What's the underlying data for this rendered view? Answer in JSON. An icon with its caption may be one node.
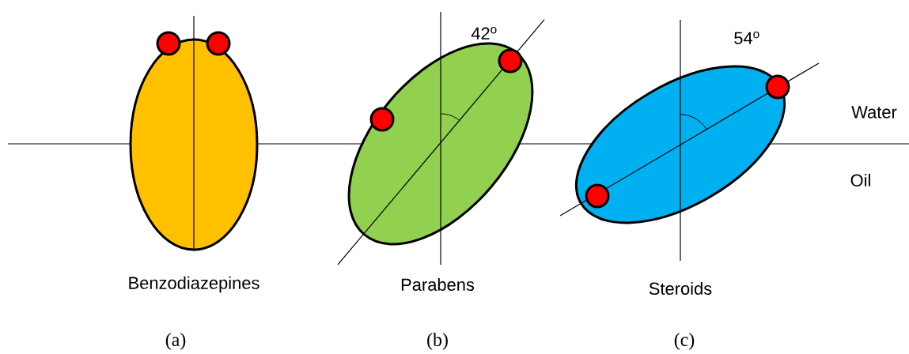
{
  "diagram": {
    "labels": [
      "42$^{o}$",
      "54$^{o}$",
      "Water",
      "Oil",
      "Benzodiazepines",
      "Parabens",
      "Steroids",
      "(a)",
      "(b)",
      "(c)"
    ]
  }
}
